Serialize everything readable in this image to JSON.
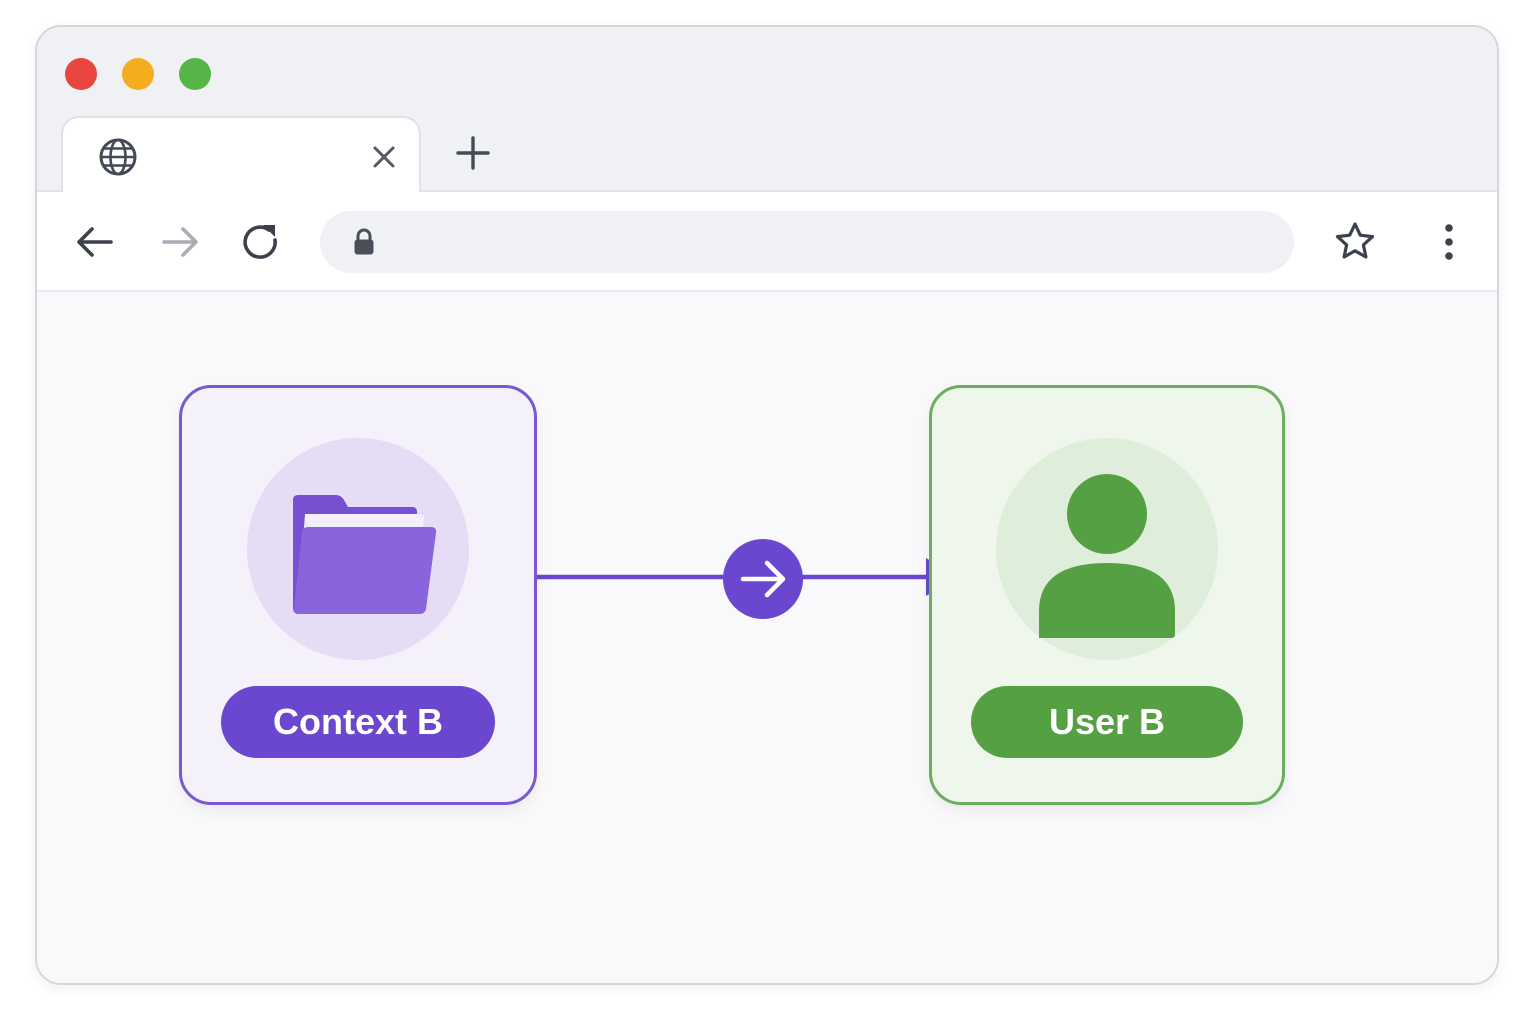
{
  "browser": {
    "window_controls": [
      {
        "name": "close",
        "color": "#e8463e"
      },
      {
        "name": "minimize",
        "color": "#f2ae1f"
      },
      {
        "name": "maximize",
        "color": "#55b548"
      }
    ],
    "tab": {
      "icon": "globe-icon",
      "close_icon": "close-icon"
    },
    "new_tab_icon": "plus-icon",
    "toolbar": {
      "back_icon": "arrow-left-icon",
      "forward_icon": "arrow-right-icon",
      "reload_icon": "reload-icon",
      "lock_icon": "lock-icon",
      "address_value": "",
      "bookmark_icon": "star-icon",
      "menu_icon": "more-vertical-icon"
    }
  },
  "diagram": {
    "source": {
      "label": "Context B",
      "icon": "folder-icon",
      "border_color": "#7a58d0",
      "fill_color": "#6b46cf"
    },
    "connector": {
      "icon": "arrow-right-circle-icon",
      "color": "#6b46cf",
      "direction": "source-to-target"
    },
    "target": {
      "label": "User B",
      "icon": "user-icon",
      "border_color": "#6aaf5c",
      "fill_color": "#55a042"
    }
  }
}
